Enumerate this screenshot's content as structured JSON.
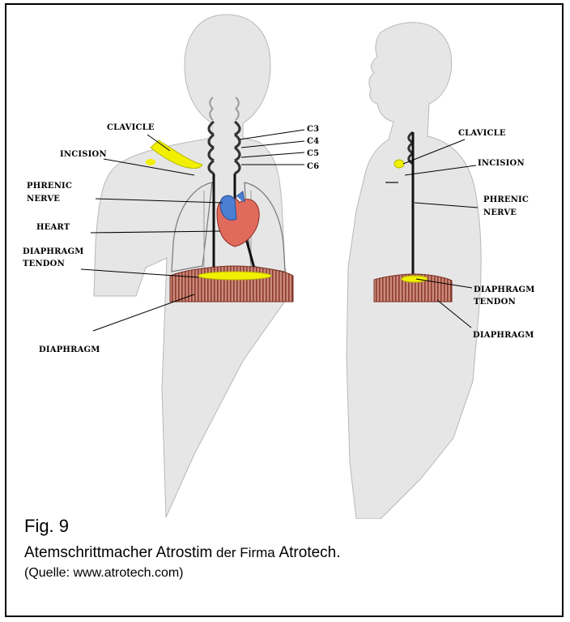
{
  "figure": {
    "front_labels": {
      "clavicle": "CLAVICLE",
      "incision": "INCISION",
      "phrenic_nerve_1": "PHRENIC",
      "phrenic_nerve_2": "NERVE",
      "heart": "HEART",
      "diaphragm_tendon_1": "DIAPHRAGM",
      "diaphragm_tendon_2": "TENDON",
      "diaphragm": "DIAPHRAGM",
      "c3": "C3",
      "c4": "C4",
      "c5": "C5",
      "c6": "C6"
    },
    "side_labels": {
      "clavicle": "CLAVICLE",
      "incision": "INCISION",
      "phrenic_nerve_1": "PHRENIC",
      "phrenic_nerve_2": "NERVE",
      "diaphragm_tendon_1": "DIAPHRAGM",
      "diaphragm_tendon_2": "TENDON",
      "diaphragm": "DIAPHRAGM"
    },
    "colors": {
      "body": "#e6e6e6",
      "clavicle": "#f0f000",
      "diaphragm": "#b35a4a",
      "heart": "#e06a5c",
      "heart_vessel": "#4a7fd4"
    }
  },
  "caption": {
    "fig_number": "Fig. 9",
    "line1_a": "Atemschrittmacher Atrostim",
    "line1_b": " der Firma ",
    "line1_c": "Atrotech.",
    "source": "(Quelle: www.atrotech.com)"
  }
}
